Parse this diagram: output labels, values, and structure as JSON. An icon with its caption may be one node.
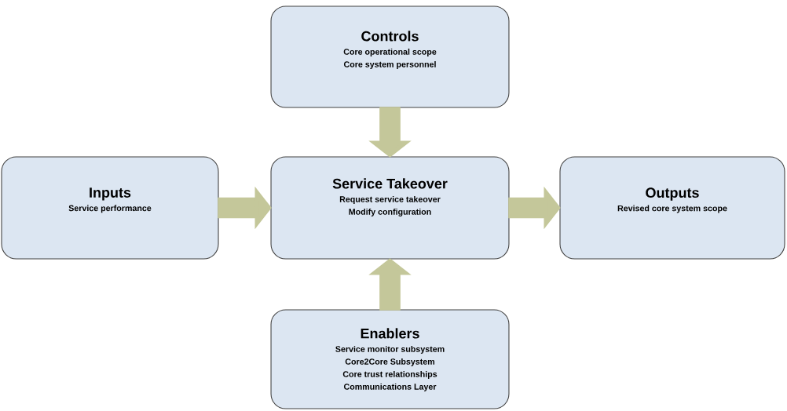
{
  "diagram": {
    "nodes": [
      {
        "text": [
          "Controls",
          "Core operational scope",
          "Core system personnel"
        ]
      },
      {
        "text": [
          "Inputs",
          "Service performance"
        ]
      },
      {
        "text": [
          "Service Takeover",
          "Request service takeover",
          "Modify configuration"
        ]
      },
      {
        "text": [
          "Outputs",
          "Revised core system scope"
        ]
      },
      {
        "text": [
          "Enablers",
          "Service monitor subsystem",
          "Core2Core Subsystem",
          "Core trust relationships",
          "Communications Layer"
        ]
      }
    ],
    "edges": [
      {
        "from": 0,
        "to": 2,
        "arrow": "to"
      },
      {
        "from": 1,
        "to": 2,
        "arrow": "to"
      },
      {
        "from": 2,
        "to": 3,
        "arrow": "to"
      },
      {
        "from": 4,
        "to": 2,
        "arrow": "to"
      }
    ]
  }
}
